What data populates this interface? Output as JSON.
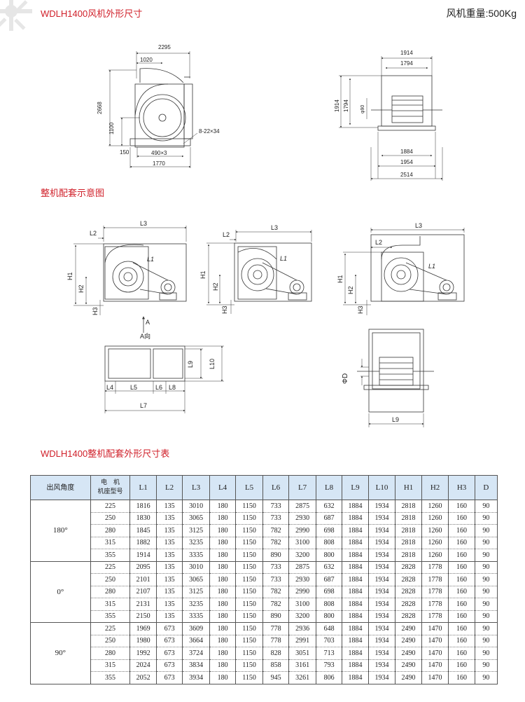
{
  "header": {
    "title": "WDLH1400风机外形尺寸",
    "weight": "风机重量:500Kg"
  },
  "section2_title": "整机配套示意图",
  "section3_title": "WDLH1400整机配套外形尺寸表",
  "drawing1": {
    "dim_2295": "2295",
    "dim_1020": "1020",
    "dim_2668": "2668",
    "dim_1100": "1100",
    "dim_150": "150",
    "dim_490x3": "490×3",
    "dim_1770": "1770",
    "bolt": "8-22×34"
  },
  "drawing2": {
    "dim_1914_top": "1914",
    "dim_1794_top": "1794",
    "dim_1914_left": "1914",
    "dim_1794_left": "1794",
    "phi90": "φ90",
    "dim_1884": "1884",
    "dim_1954": "1954",
    "dim_2514": "2514"
  },
  "schematic": {
    "L1": "L1",
    "L2": "L2",
    "L3": "L3",
    "L4": "L4",
    "L5": "L5",
    "L6": "L6",
    "L7": "L7",
    "L8": "L8",
    "L9": "L9",
    "L10": "L10",
    "H1": "H1",
    "H2": "H2",
    "H3": "H3",
    "A": "A",
    "A_dir": "A向",
    "phiD": "ΦD"
  },
  "table": {
    "headers": {
      "angle": "出风角度",
      "motor_line1": "电　机",
      "motor_line2": "机座型号",
      "L1": "L1",
      "L2": "L2",
      "L3": "L3",
      "L4": "L4",
      "L5": "L5",
      "L6": "L6",
      "L7": "L7",
      "L8": "L8",
      "L9": "L9",
      "L10": "L10",
      "H1": "H1",
      "H2": "H2",
      "H3": "H3",
      "D": "D"
    },
    "groups": [
      {
        "angle": "180°",
        "rows": [
          [
            "225",
            "1816",
            "135",
            "3010",
            "180",
            "1150",
            "733",
            "2875",
            "632",
            "1884",
            "1934",
            "2818",
            "1260",
            "160",
            "90"
          ],
          [
            "250",
            "1830",
            "135",
            "3065",
            "180",
            "1150",
            "733",
            "2930",
            "687",
            "1884",
            "1934",
            "2818",
            "1260",
            "160",
            "90"
          ],
          [
            "280",
            "1845",
            "135",
            "3125",
            "180",
            "1150",
            "782",
            "2990",
            "698",
            "1884",
            "1934",
            "2818",
            "1260",
            "160",
            "90"
          ],
          [
            "315",
            "1882",
            "135",
            "3235",
            "180",
            "1150",
            "782",
            "3100",
            "808",
            "1884",
            "1934",
            "2818",
            "1260",
            "160",
            "90"
          ],
          [
            "355",
            "1914",
            "135",
            "3335",
            "180",
            "1150",
            "890",
            "3200",
            "800",
            "1884",
            "1934",
            "2818",
            "1260",
            "160",
            "90"
          ]
        ]
      },
      {
        "angle": "0°",
        "rows": [
          [
            "225",
            "2095",
            "135",
            "3010",
            "180",
            "1150",
            "733",
            "2875",
            "632",
            "1884",
            "1934",
            "2828",
            "1778",
            "160",
            "90"
          ],
          [
            "250",
            "2101",
            "135",
            "3065",
            "180",
            "1150",
            "733",
            "2930",
            "687",
            "1884",
            "1934",
            "2828",
            "1778",
            "160",
            "90"
          ],
          [
            "280",
            "2107",
            "135",
            "3125",
            "180",
            "1150",
            "782",
            "2990",
            "698",
            "1884",
            "1934",
            "2828",
            "1778",
            "160",
            "90"
          ],
          [
            "315",
            "2131",
            "135",
            "3235",
            "180",
            "1150",
            "782",
            "3100",
            "808",
            "1884",
            "1934",
            "2828",
            "1778",
            "160",
            "90"
          ],
          [
            "355",
            "2150",
            "135",
            "3335",
            "180",
            "1150",
            "890",
            "3200",
            "800",
            "1884",
            "1934",
            "2828",
            "1778",
            "160",
            "90"
          ]
        ]
      },
      {
        "angle": "90°",
        "rows": [
          [
            "225",
            "1969",
            "673",
            "3609",
            "180",
            "1150",
            "778",
            "2936",
            "648",
            "1884",
            "1934",
            "2490",
            "1470",
            "160",
            "90"
          ],
          [
            "250",
            "1980",
            "673",
            "3664",
            "180",
            "1150",
            "778",
            "2991",
            "703",
            "1884",
            "1934",
            "2490",
            "1470",
            "160",
            "90"
          ],
          [
            "280",
            "1992",
            "673",
            "3724",
            "180",
            "1150",
            "828",
            "3051",
            "713",
            "1884",
            "1934",
            "2490",
            "1470",
            "160",
            "90"
          ],
          [
            "315",
            "2024",
            "673",
            "3834",
            "180",
            "1150",
            "858",
            "3161",
            "793",
            "1884",
            "1934",
            "2490",
            "1470",
            "160",
            "90"
          ],
          [
            "355",
            "2052",
            "673",
            "3934",
            "180",
            "1150",
            "945",
            "3261",
            "806",
            "1884",
            "1934",
            "2490",
            "1470",
            "160",
            "90"
          ]
        ]
      }
    ]
  }
}
